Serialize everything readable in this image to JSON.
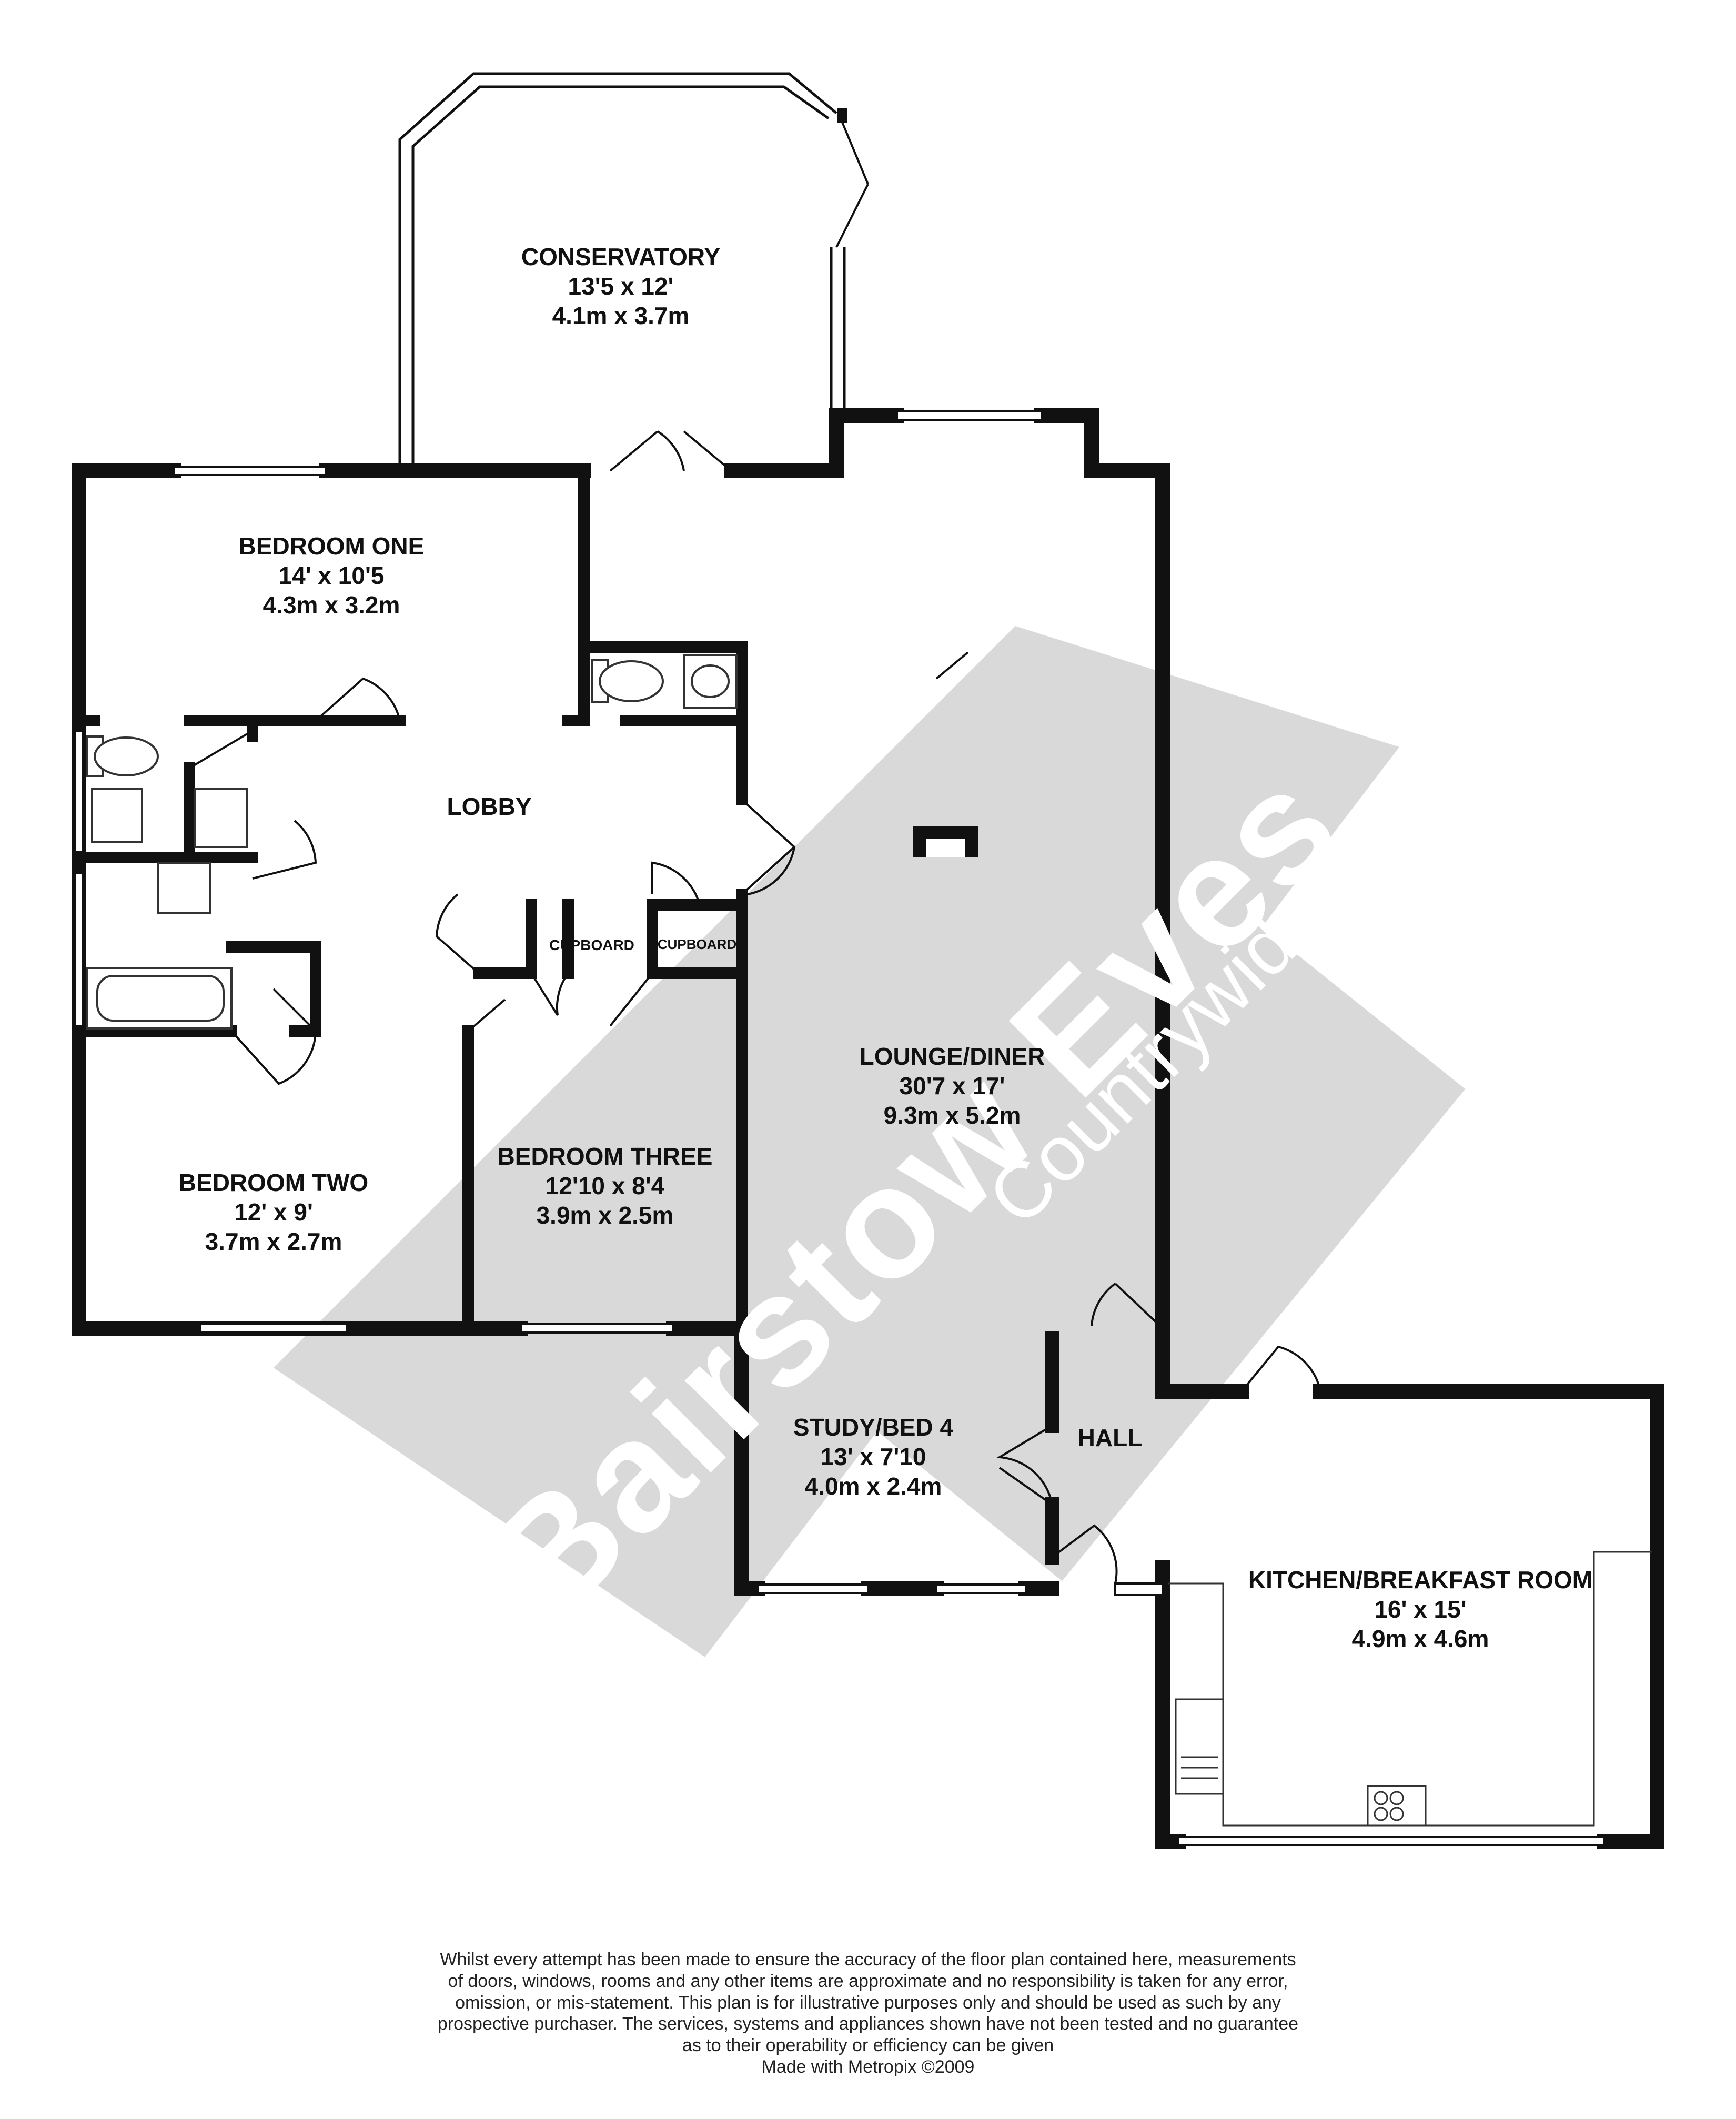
{
  "rooms": {
    "conservatory": {
      "name": "CONSERVATORY",
      "imperial": "13'5 x 12'",
      "metric": "4.1m x 3.7m"
    },
    "bedroom_one": {
      "name": "BEDROOM ONE",
      "imperial": "14' x 10'5",
      "metric": "4.3m x 3.2m"
    },
    "lobby": {
      "name": "LOBBY"
    },
    "lounge_diner": {
      "name": "LOUNGE/DINER",
      "imperial": "30'7 x 17'",
      "metric": "9.3m x 5.2m"
    },
    "bedroom_two": {
      "name": "BEDROOM TWO",
      "imperial": "12' x 9'",
      "metric": "3.7m x 2.7m"
    },
    "bedroom_three": {
      "name": "BEDROOM THREE",
      "imperial": "12'10 x 8'4",
      "metric": "3.9m x 2.5m"
    },
    "study": {
      "name": "STUDY/BED 4",
      "imperial": "13' x 7'10",
      "metric": "4.0m x 2.4m"
    },
    "hall": {
      "name": "HALL"
    },
    "kitchen": {
      "name": "KITCHEN/BREAKFAST ROOM",
      "imperial": "16' x 15'",
      "metric": "4.9m x 4.6m"
    },
    "cupboard_1": {
      "name": "CUPBOARD"
    },
    "cupboard_2": {
      "name": "CUPBOARD"
    }
  },
  "watermark": {
    "brand": "Bairstow Eves",
    "sub": "Countrywide",
    "color": "#d9d9d9"
  },
  "colors": {
    "wall": "#111111",
    "fixture": "#333333"
  },
  "disclaimer": [
    "Whilst every attempt has been made to ensure the accuracy of the floor plan contained here, measurements",
    "of doors, windows, rooms and any other items are approximate and no responsibility is taken for any error,",
    "omission, or mis-statement. This plan is for illustrative purposes only and should be used as such by any",
    "prospective purchaser. The services, systems and appliances shown have not been tested and no guarantee",
    "as to their operability or efficiency can be given",
    "Made with Metropix ©2009"
  ]
}
